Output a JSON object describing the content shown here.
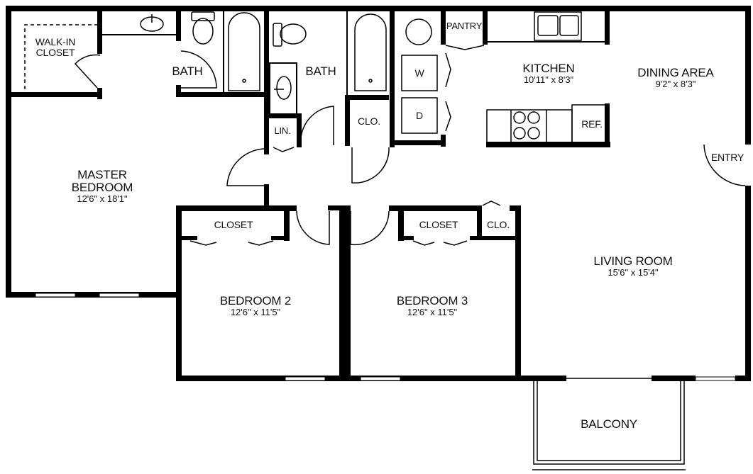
{
  "floorplan": {
    "colors": {
      "wall": "#000000",
      "background": "#ffffff",
      "text": "#111111"
    },
    "rooms": {
      "walk_in_closet": {
        "name_line1": "WALK-IN",
        "name_line2": "CLOSET"
      },
      "master_bath": {
        "name": "BATH"
      },
      "hall_bath": {
        "name": "BATH"
      },
      "linen": {
        "name": "LIN."
      },
      "hall_closet": {
        "name": "CLO."
      },
      "washer": {
        "name": "W"
      },
      "dryer": {
        "name": "D"
      },
      "pantry": {
        "name": "PANTRY"
      },
      "kitchen": {
        "name": "KITCHEN",
        "dims": "10'11\" x 8'3\""
      },
      "dining": {
        "name": "DINING AREA",
        "dims": "9'2\" x 8'3\""
      },
      "refrigerator": {
        "name": "REF."
      },
      "entry": {
        "name": "ENTRY"
      },
      "master_bedroom": {
        "name_line1": "MASTER",
        "name_line2": "BEDROOM",
        "dims": "12'6\" x 18'1\""
      },
      "bedroom2_closet": {
        "name": "CLOSET"
      },
      "bedroom3_closet": {
        "name": "CLOSET"
      },
      "small_closet": {
        "name": "CLO."
      },
      "living_room": {
        "name": "LIVING ROOM",
        "dims": "15'6\" x 15'4\""
      },
      "bedroom2": {
        "name": "BEDROOM 2",
        "dims": "12'6\" x 11'5\""
      },
      "bedroom3": {
        "name": "BEDROOM 3",
        "dims": "12'6\" x 11'5\""
      },
      "balcony": {
        "name": "BALCONY"
      }
    }
  }
}
